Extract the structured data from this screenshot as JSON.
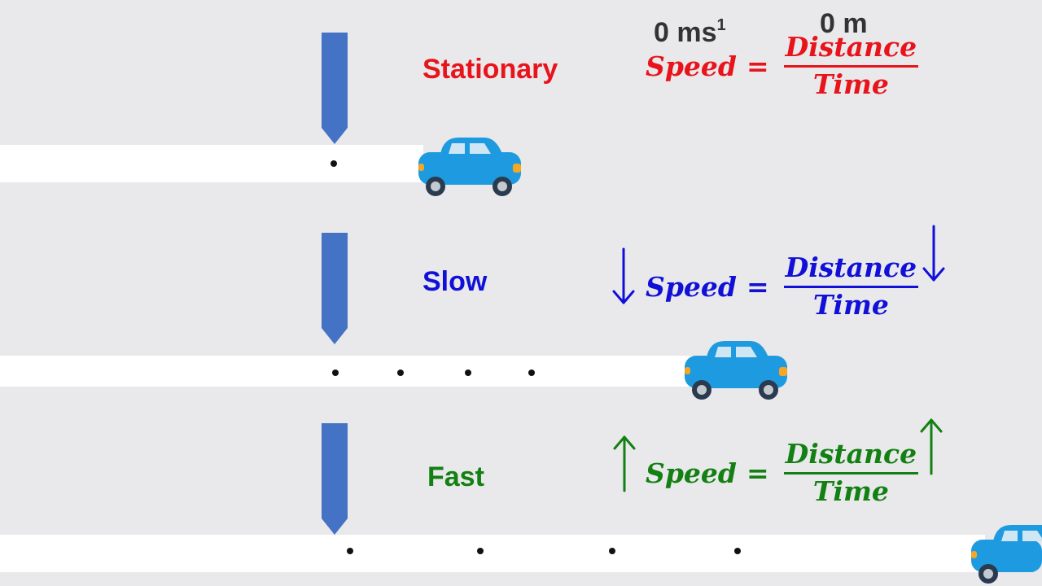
{
  "rows": [
    {
      "state_label": "Stationary",
      "color": "#e8141b",
      "formula": {
        "lhs": "Speed",
        "eq": "=",
        "numerator": "Distance",
        "denominator": "Time"
      }
    },
    {
      "state_label": "Slow",
      "color": "#1010d8",
      "formula": {
        "lhs": "Speed",
        "eq": "=",
        "numerator": "Distance",
        "denominator": "Time"
      },
      "arrows": [
        "down-arrow-icon",
        "down-arrow-icon"
      ]
    },
    {
      "state_label": "Fast",
      "color": "#128012",
      "formula": {
        "lhs": "Speed",
        "eq": "=",
        "numerator": "Distance",
        "denominator": "Time"
      },
      "arrows": [
        "up-arrow-icon",
        "up-arrow-icon"
      ]
    }
  ],
  "values": {
    "speed_value": "0 ms",
    "speed_superscript": "1",
    "distance_value": "0 m"
  },
  "colors": {
    "marker": "#4472c4",
    "car_body": "#1e9be0",
    "car_light": "#f5a623",
    "road": "#ffffff",
    "background": "#e9e8ea"
  }
}
